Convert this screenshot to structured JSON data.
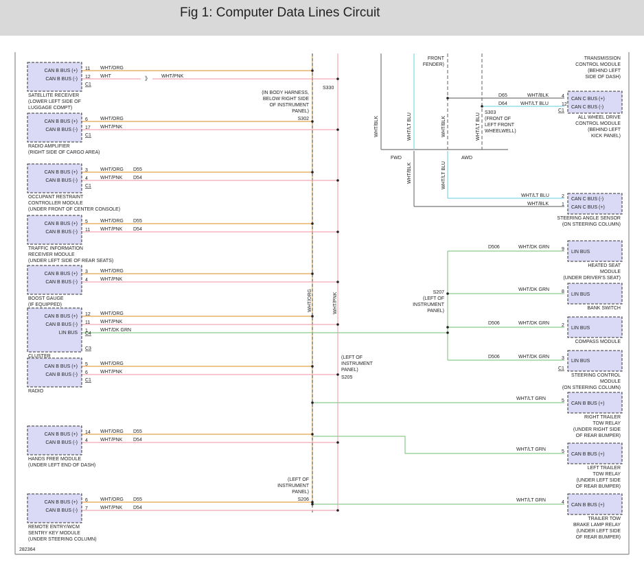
{
  "title": "Fig 1: Computer Data Lines Circuit",
  "figure_id": "282364",
  "colors": {
    "orange": "#e8a04c",
    "pink": "#f2a7b5",
    "cyan": "#7fd6e6",
    "green": "#8cc98c",
    "module_fill": "#dadaf7",
    "gray": "#999999"
  },
  "left_modules": [
    {
      "id": "sat",
      "pins": [
        {
          "label": "CAN B BUS (+)",
          "num": "11"
        },
        {
          "label": "CAN B BUS (-)",
          "num": "12"
        }
      ],
      "conn": "C1",
      "desc": [
        "SATELLITE RECEIVER",
        "(LOWER LEFT SIDE OF",
        "LUGGAGE COMPT)"
      ]
    },
    {
      "id": "amp",
      "pins": [
        {
          "label": "CAN B BUS (+)",
          "num": "6"
        },
        {
          "label": "CAN B BUS (-)",
          "num": "17"
        }
      ],
      "conn": "C1",
      "desc": [
        "RADIO AMPLIFIER",
        "(RIGHT SIDE OF CARGO AREA)"
      ]
    },
    {
      "id": "ocm",
      "pins": [
        {
          "label": "CAN B BUS (+)",
          "num": "3"
        },
        {
          "label": "CAN B BUS (-)",
          "num": "4"
        }
      ],
      "conn": "C1",
      "desc": [
        "OCCUPANT RESTRAINT",
        "CONTROLLER MODULE",
        "(UNDER FRONT OF CENTER CONSOLE)"
      ]
    },
    {
      "id": "tir",
      "pins": [
        {
          "label": "CAN B BUS (+)",
          "num": "5"
        },
        {
          "label": "CAN B BUS (-)",
          "num": "11"
        }
      ],
      "conn": "",
      "desc": [
        "TRAFFIC INFORMATION",
        "RECEIVER MODULE",
        "(UNDER LEFT SIDE OF REAR SEATS)"
      ]
    },
    {
      "id": "boost",
      "pins": [
        {
          "label": "CAN B BUS (+)",
          "num": "3"
        },
        {
          "label": "CAN B BUS (-)",
          "num": "4"
        }
      ],
      "conn": "",
      "desc": [
        "BOOST GAUGE",
        "(IF EQUIPPED)"
      ]
    },
    {
      "id": "cluster",
      "pins": [
        {
          "label": "CAN B BUS (+)",
          "num": "12"
        },
        {
          "label": "CAN B BUS (-)",
          "num": "11"
        },
        {
          "label": "LIN BUS",
          "num": "1"
        }
      ],
      "conn": "C4",
      "conn2": "C3",
      "desc": [
        "CLUSTER"
      ]
    },
    {
      "id": "radio",
      "pins": [
        {
          "label": "CAN B BUS (+)",
          "num": "5"
        },
        {
          "label": "CAN B BUS (-)",
          "num": "6"
        }
      ],
      "conn": "C1",
      "desc": [
        "RADIO"
      ]
    },
    {
      "id": "hfm",
      "pins": [
        {
          "label": "CAN B BUS (+)",
          "num": "14"
        },
        {
          "label": "CAN B BUS (-)",
          "num": "4"
        }
      ],
      "conn": "",
      "desc": [
        "HANDS FREE MODULE",
        "(UNDER LEFT END OF DASH)"
      ]
    },
    {
      "id": "wcm",
      "pins": [
        {
          "label": "CAN B BUS (+)",
          "num": "6"
        },
        {
          "label": "CAN B BUS (-)",
          "num": "7"
        }
      ],
      "conn": "",
      "desc": [
        "REMOTE ENTRY/WCM",
        "SENTRY KEY MODULE",
        "(UNDER STEERING COLUMN)"
      ]
    }
  ],
  "right_modules": [
    {
      "id": "awd",
      "pins": [
        {
          "label": "CAN C BUS (+)",
          "num": "4"
        },
        {
          "label": "CAN C BUS (-)",
          "num": "12"
        }
      ],
      "conn": "C1",
      "desc": [
        "ALL WHEEL DRIVE",
        "CONTROL MODULE",
        "(BEHIND LEFT",
        "KICK PANEL)"
      ]
    },
    {
      "id": "sas",
      "pins": [
        {
          "label": "CAN C BUS (-)",
          "num": "2"
        },
        {
          "label": "CAN C BUS (+)",
          "num": "1"
        }
      ],
      "conn": "",
      "desc": [
        "STEERING ANGLE SENSOR",
        "(ON STEERING COLUMN)"
      ]
    },
    {
      "id": "seat",
      "pins": [
        {
          "label": "LIN BUS",
          "num": "9"
        }
      ],
      "conn": "",
      "desc": [
        "HEATED SEAT",
        "MODULE",
        "(UNDER DRIVER'S SEAT)"
      ]
    },
    {
      "id": "bank",
      "pins": [
        {
          "label": "LIN BUS",
          "num": "8"
        }
      ],
      "conn": "",
      "desc": [
        "BANK SWITCH"
      ]
    },
    {
      "id": "compass",
      "pins": [
        {
          "label": "LIN BUS",
          "num": "2"
        }
      ],
      "conn": "",
      "desc": [
        "COMPASS MODULE"
      ]
    },
    {
      "id": "scm",
      "pins": [
        {
          "label": "LIN BUS",
          "num": "3"
        }
      ],
      "conn": "C1",
      "desc": [
        "STEERING CONTROL",
        "MODULE",
        "(ON STEERING COLUMN)"
      ]
    },
    {
      "id": "rtr",
      "pins": [
        {
          "label": "CAN B BUS (+)",
          "num": "5"
        }
      ],
      "conn": "",
      "desc": [
        "RIGHT TRAILER",
        "TOW RELAY",
        "(UNDER RIGHT SIDE",
        "OF REAR BUMPER)"
      ]
    },
    {
      "id": "ltr",
      "pins": [
        {
          "label": "CAN B BUS (+)",
          "num": "5"
        }
      ],
      "conn": "",
      "desc": [
        "LEFT TRAILER",
        "TOW RELAY",
        "(UNDER LEFT SIDE",
        "OF REAR BUMPER)"
      ]
    },
    {
      "id": "tbl",
      "pins": [
        {
          "label": "CAN B BUS (+)",
          "num": "4"
        }
      ],
      "conn": "",
      "desc": [
        "TRAILER TOW",
        "BRAKE LAMP RELAY",
        "(UNDER LEFT SIDE",
        "OF REAR BUMPER)"
      ]
    }
  ],
  "tcm_desc": [
    "TRANSMISSION",
    "CONTROL MODULE",
    "(BEHIND LEFT",
    "SIDE OF DASH)"
  ],
  "front_fender": [
    "FRONT",
    "FENDER)"
  ],
  "wires": {
    "wht_org": "WHT/ORG",
    "wht": "WHT",
    "wht_pnk": "WHT/PNK",
    "wht_dk_grn": "WHT/DK GRN",
    "wht_blk": "WHT/BLK",
    "wht_lt_blu": "WHT/LT BLU",
    "wht_lt_grn": "WHT/LT GRN",
    "d55": "D55",
    "d54": "D54",
    "d65": "D65",
    "d64": "D64",
    "d506": "D506"
  },
  "splices": {
    "s330": "S330",
    "s302": "S302",
    "s302_note": [
      "(IN BODY HARNESS,",
      "BELOW RIGHT SIDE",
      "OF INSTRUMENT",
      "PANEL)"
    ],
    "s205": "S205",
    "s205_note": [
      "(LEFT OF",
      "INSTRUMENT",
      "PANEL)"
    ],
    "s206": "S206",
    "s206_note": [
      "(LEFT OF",
      "INSTRUMENT",
      "PANEL)"
    ],
    "s303": "S303",
    "s303_note": [
      "(FRONT OF",
      "LEFT FRONT",
      "WHEELWELL)"
    ],
    "s207": "S207",
    "s207_note": [
      "(LEFT OF",
      "INSTRUMENT",
      "PANEL)"
    ]
  },
  "fwd_label": "FWD",
  "awd_label": "AWD"
}
